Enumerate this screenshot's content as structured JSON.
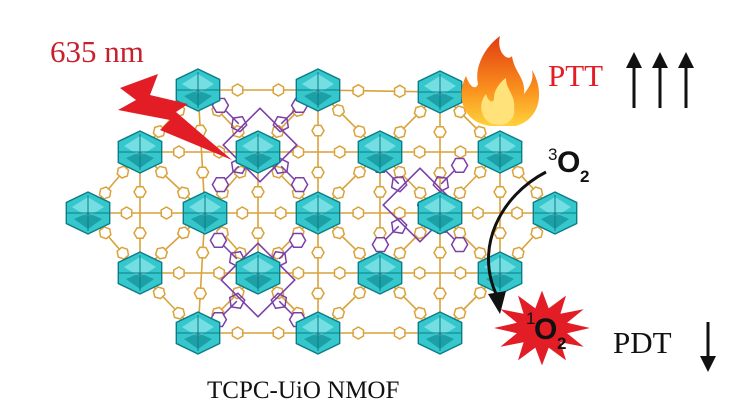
{
  "wavelength_label": "635 nm",
  "ptt_label": "PTT",
  "pdt_label": "PDT",
  "triplet_oxygen": {
    "sup": "3",
    "base": "O",
    "sub": "2"
  },
  "singlet_oxygen": {
    "sup": "1",
    "base": "O",
    "sub": "2"
  },
  "mof_label": "TCPC-UiO NMOF",
  "icons": [
    "lightning-bolt-icon",
    "flame-icon",
    "up-arrows-icon",
    "down-arrow-icon",
    "starburst-icon"
  ],
  "colors": {
    "laser_red": "#e31d25",
    "cluster_cyan": "#35c7cc",
    "cluster_dark": "#0a7d86",
    "linker_gold": "#d9a23a",
    "porphyrin_purple": "#7b3fa8",
    "flame_orange": "#f2650f",
    "flame_yellow": "#ffd23a"
  }
}
